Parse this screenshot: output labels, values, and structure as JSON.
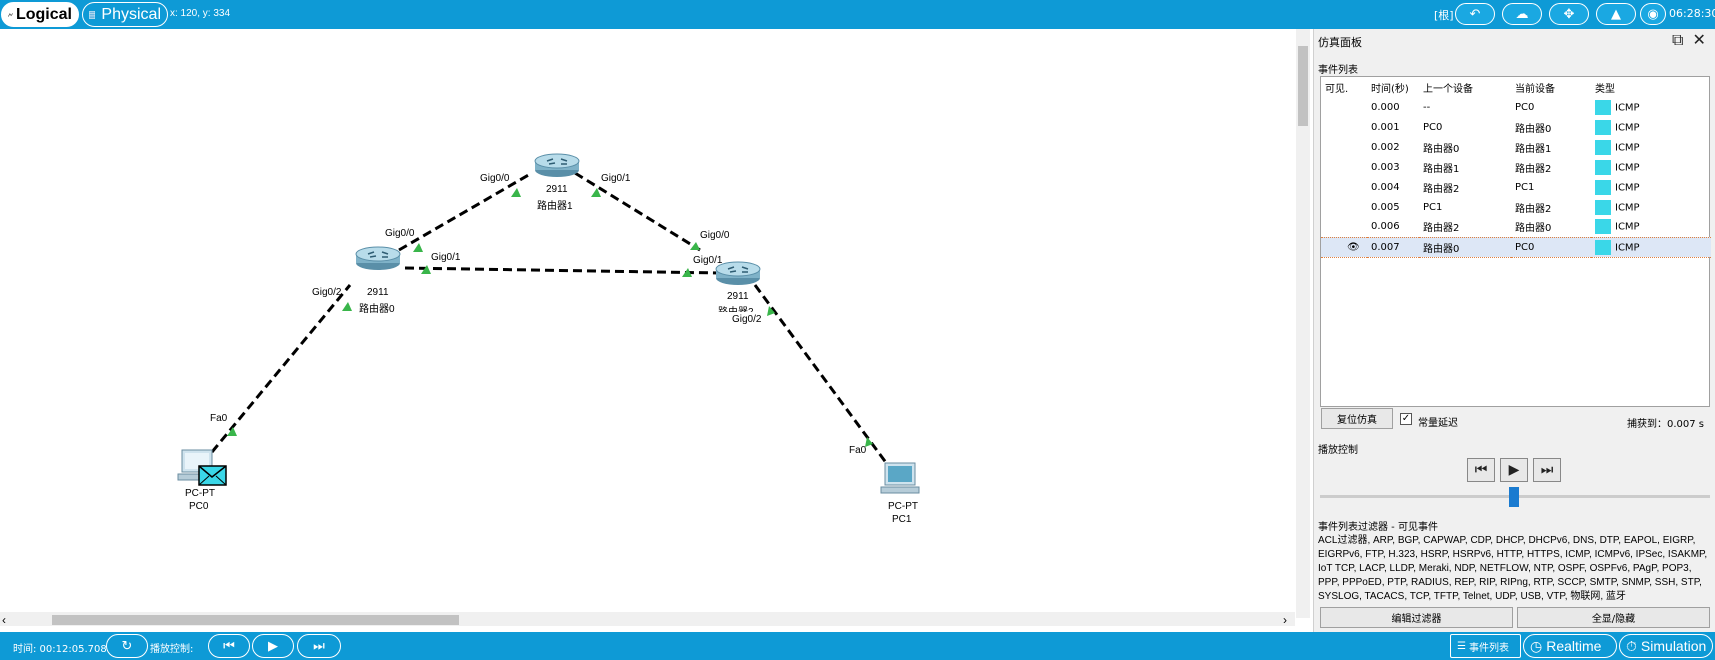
{
  "topbar": {
    "logical_label": "Logical",
    "physical_label": "Physical",
    "coords": "x: 120, y: 334",
    "root_label": "[根]",
    "clock": "06:28:30"
  },
  "topology": {
    "routers": [
      {
        "model": "2911",
        "name": "路由器0"
      },
      {
        "model": "2911",
        "name": "路由器1"
      },
      {
        "model": "2911",
        "name": "路由器2"
      }
    ],
    "pcs": [
      {
        "model": "PC-PT",
        "name": "PC0"
      },
      {
        "model": "PC-PT",
        "name": "PC1"
      }
    ],
    "ports": {
      "r1_g00": "Gig0/0",
      "r1_g01": "Gig0/1",
      "r0_g00": "Gig0/0",
      "r0_g01": "Gig0/1",
      "r0_g02": "Gig0/2",
      "r2_g00": "Gig0/0",
      "r2_g01": "Gig0/1",
      "r2_g02": "Gig0/2",
      "pc0_fa0": "Fa0",
      "pc1_fa0": "Fa0"
    }
  },
  "panel": {
    "title": "仿真面板",
    "event_list_label": "事件列表",
    "columns": [
      "可见.",
      "时间(秒)",
      "上一个设备",
      "当前设备",
      "类型"
    ],
    "events": [
      {
        "time": "0.000",
        "prev": "--",
        "curr": "PC0",
        "type": "ICMP"
      },
      {
        "time": "0.001",
        "prev": "PC0",
        "curr": "路由器0",
        "type": "ICMP"
      },
      {
        "time": "0.002",
        "prev": "路由器0",
        "curr": "路由器1",
        "type": "ICMP"
      },
      {
        "time": "0.003",
        "prev": "路由器1",
        "curr": "路由器2",
        "type": "ICMP"
      },
      {
        "time": "0.004",
        "prev": "路由器2",
        "curr": "PC1",
        "type": "ICMP"
      },
      {
        "time": "0.005",
        "prev": "PC1",
        "curr": "路由器2",
        "type": "ICMP"
      },
      {
        "time": "0.006",
        "prev": "路由器2",
        "curr": "路由器0",
        "type": "ICMP"
      },
      {
        "time": "0.007",
        "prev": "路由器0",
        "curr": "PC0",
        "type": "ICMP"
      }
    ],
    "reset_label": "复位仿真",
    "constant_delay_label": "常量延迟",
    "captured_label": "捕获到：0.007 s",
    "playback_label": "播放控制",
    "filter_title": "事件列表过滤器 - 可见事件",
    "filter_text": "ACL过滤器, ARP, BGP, CAPWAP, CDP, DHCP, DHCPv6, DNS, DTP, EAPOL, EIGRP, EIGRPv6, FTP, H.323, HSRP, HSRPv6, HTTP, HTTPS, ICMP, ICMPv6, IPSec, ISAKMP, IoT TCP, LACP, LLDP, Meraki, NDP, NETFLOW, NTP, OSPF, OSPFv6, PAgP, POP3, PPP, PPPoED, PTP, RADIUS, REP, RIP, RIPng, RTP, SCCP, SMTP, SNMP, SSH, STP, SYSLOG, TACACS, TCP, TFTP, Telnet, UDP, USB, VTP, 物联网, 蓝牙",
    "edit_filter_label": "编辑过滤器",
    "show_all_label": "全显/隐藏"
  },
  "bottombar": {
    "time_label": "时间: 00:12:05.708",
    "playback_label": "播放控制:",
    "event_list_tab": "事件列表",
    "realtime_tab": "Realtime",
    "simulation_tab": "Simulation"
  },
  "colors": {
    "bar_blue": "#0e9ad6",
    "icmp_swatch": "#3ad7e8",
    "link_up": "#39b54a"
  }
}
